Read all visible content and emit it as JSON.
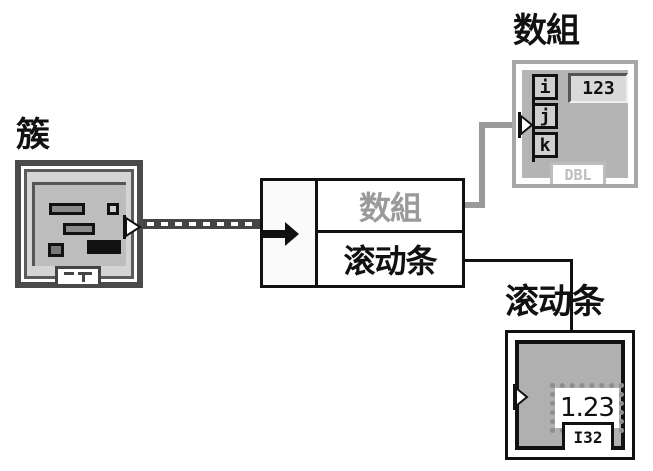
{
  "diagram": {
    "type": "LabVIEW block diagram",
    "nodes": {
      "cluster_control": {
        "label": "簇",
        "type_tag": "cluster"
      },
      "unbundle_by_name": {
        "outputs": [
          {
            "name": "数組",
            "state": "grayed"
          },
          {
            "name": "滚动条",
            "state": "active"
          }
        ],
        "arrow_icon": "arrow-right-icon"
      },
      "array_indicator": {
        "label": "数組",
        "indices": [
          "i",
          "j",
          "k"
        ],
        "element_value": "123",
        "type_tag": "DBL"
      },
      "numeric_indicator": {
        "label": "滚动条",
        "value": "1.23",
        "type_tag": "I32"
      }
    },
    "wires": [
      {
        "from": "cluster_control",
        "to": "unbundle_by_name",
        "style": "cluster"
      },
      {
        "from": "unbundle_by_name.数組",
        "to": "array_indicator",
        "style": "gray-thick",
        "color": "#9a9a9a"
      },
      {
        "from": "unbundle_by_name.滚动条",
        "to": "numeric_indicator",
        "style": "black-thin",
        "color": "#111111"
      }
    ]
  }
}
